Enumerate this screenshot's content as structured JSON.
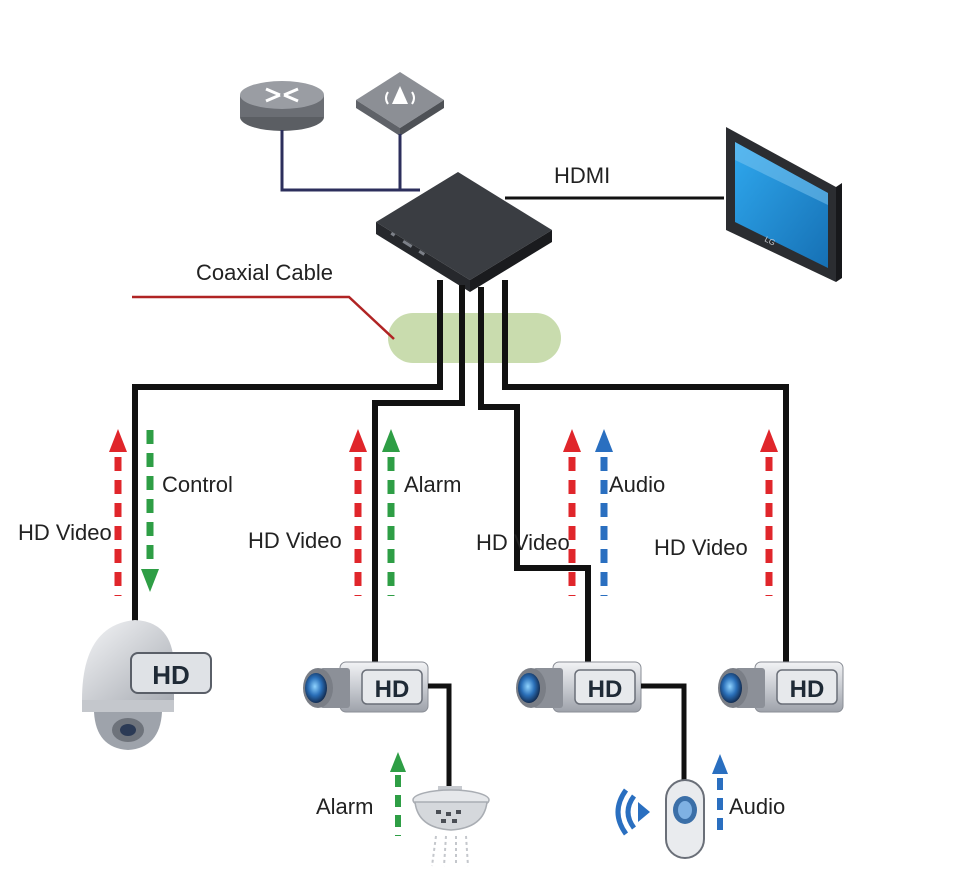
{
  "labels": {
    "hdmi": "HDMI",
    "coaxial_cable": "Coaxial Cable",
    "control": "Control",
    "alarm_top": "Alarm",
    "audio_top": "Audio",
    "hd_video_1": "HD Video",
    "hd_video_2": "HD Video",
    "hd_video_3": "HD Video",
    "hd_video_4": "HD Video",
    "alarm_bottom": "Alarm",
    "audio_bottom": "Audio"
  },
  "badges": {
    "dome": "HD",
    "cam1": "HD",
    "cam2": "HD",
    "cam3": "HD"
  },
  "monitor_logo": "LG",
  "colors": {
    "video_arrow": "#e0262b",
    "control_arrow": "#2e9e45",
    "audio_arrow": "#2a6fc0",
    "cable": "#111111",
    "network_line": "#2c2f5c",
    "coax_leader": "#b02424",
    "coax_band": "#c9dcae",
    "monitor_screen": "#1e8fd4"
  },
  "icons": [
    "router-icon",
    "access-point-icon",
    "dvr-icon",
    "monitor-icon",
    "dome-camera-icon",
    "box-camera-icon",
    "smoke-detector-icon",
    "microphone-icon"
  ]
}
